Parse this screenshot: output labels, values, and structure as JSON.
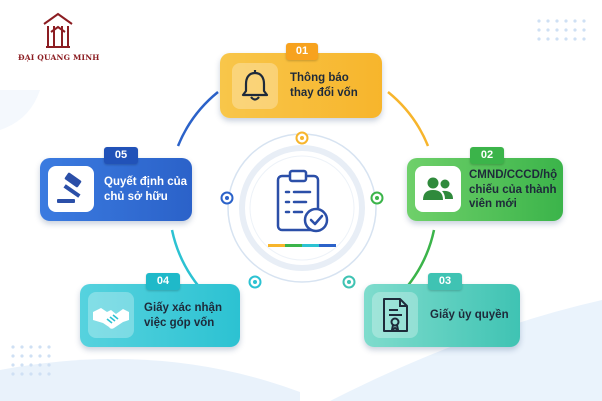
{
  "brand": {
    "name": "ĐẠI QUANG MINH",
    "color": "#8c1d22"
  },
  "diagram": {
    "center_icon": "clipboard-checklist-icon",
    "items": [
      {
        "number": "01",
        "label_lines": [
          "Thông báo",
          "thay đổi vốn"
        ],
        "icon": "bell-icon",
        "color": "#f7b52c"
      },
      {
        "number": "02",
        "label_lines": [
          "CMND/CCCD/hộ",
          "chiếu của thành",
          "viên mới"
        ],
        "icon": "users-icon",
        "color": "#4cc060"
      },
      {
        "number": "03",
        "label_lines": [
          "Giấy ủy quyền"
        ],
        "icon": "certificate-document-icon",
        "color": "#56cdbd"
      },
      {
        "number": "04",
        "label_lines": [
          "Giấy xác nhận",
          "việc góp vốn"
        ],
        "icon": "handshake-icon",
        "color": "#2cc2d2"
      },
      {
        "number": "05",
        "label_lines": [
          "Quyết định của",
          "chủ sở hữu"
        ],
        "icon": "gavel-icon",
        "color": "#2b62c9"
      }
    ]
  }
}
